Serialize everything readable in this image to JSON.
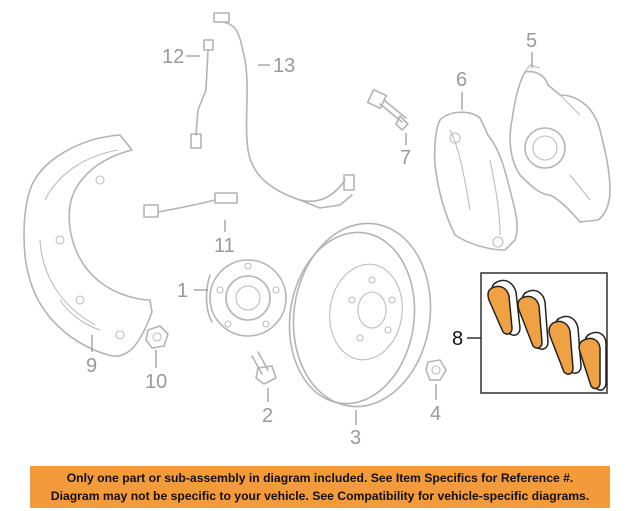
{
  "callouts": {
    "c1": "1",
    "c2": "2",
    "c3": "3",
    "c4": "4",
    "c5": "5",
    "c6": "6",
    "c7": "7",
    "c8": "8",
    "c9": "9",
    "c10": "10",
    "c11": "11",
    "c12": "12",
    "c13": "13"
  },
  "disclaimer": {
    "line1": "Only one part or sub-assembly in diagram included. See Item Specifics for Reference #.",
    "line2": "Diagram may not be specific to your vehicle. See Compatibility for vehicle-specific diagrams."
  },
  "colors": {
    "highlight": "#f0a143",
    "banner": "#f39a3a",
    "line_art": "#b4b4b4"
  }
}
